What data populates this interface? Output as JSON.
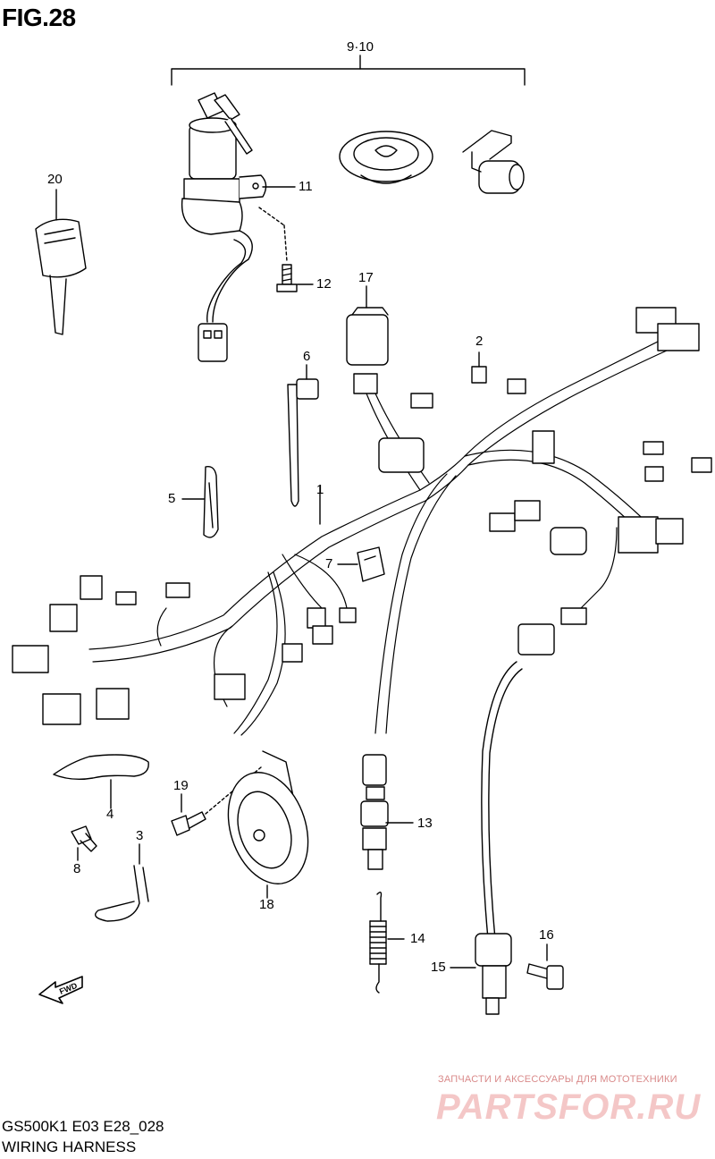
{
  "figure": {
    "title": "FIG.28",
    "model_code": "GS500K1 E03 E28_028",
    "name": "WIRING HARNESS"
  },
  "callouts": [
    {
      "id": "c-9-10",
      "label": "9·10"
    },
    {
      "id": "c-11",
      "label": "11"
    },
    {
      "id": "c-12",
      "label": "12"
    },
    {
      "id": "c-20",
      "label": "20"
    },
    {
      "id": "c-17",
      "label": "17"
    },
    {
      "id": "c-2",
      "label": "2"
    },
    {
      "id": "c-6",
      "label": "6"
    },
    {
      "id": "c-1",
      "label": "1"
    },
    {
      "id": "c-5",
      "label": "5"
    },
    {
      "id": "c-7",
      "label": "7"
    },
    {
      "id": "c-4",
      "label": "4"
    },
    {
      "id": "c-19",
      "label": "19"
    },
    {
      "id": "c-3",
      "label": "3"
    },
    {
      "id": "c-8",
      "label": "8"
    },
    {
      "id": "c-18",
      "label": "18"
    },
    {
      "id": "c-13",
      "label": "13"
    },
    {
      "id": "c-14",
      "label": "14"
    },
    {
      "id": "c-15",
      "label": "15"
    },
    {
      "id": "c-16",
      "label": "16"
    }
  ],
  "fwd_arrow": {
    "label": "FWD",
    "icon": "forward-arrow-icon"
  },
  "watermark": {
    "line1": "ЗАПЧАСТИ И АКСЕССУАРЫ ДЛЯ МОТОТЕХНИКИ",
    "line2": "PARTSFOR.RU"
  },
  "colors": {
    "ink": "#000000",
    "watermark": "#e8a0a0"
  }
}
